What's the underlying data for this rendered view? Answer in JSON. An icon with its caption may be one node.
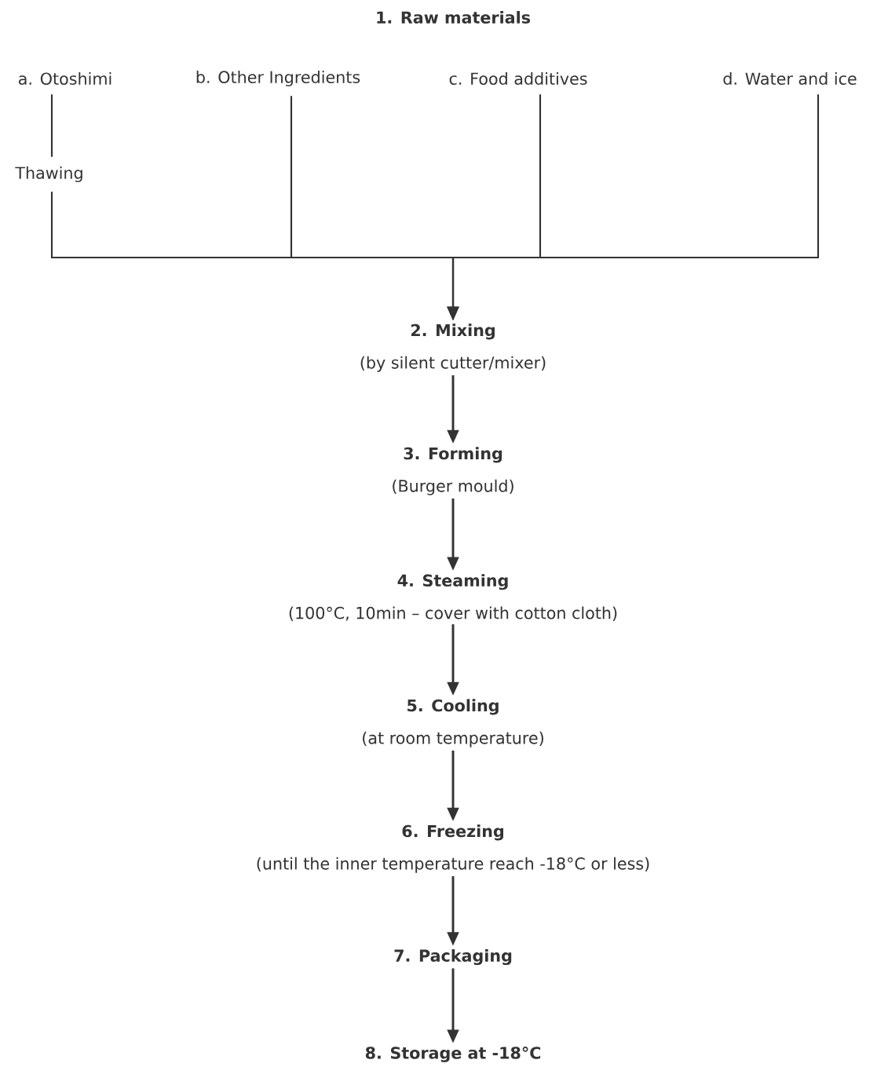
{
  "diagram": {
    "title": "1. Raw materials",
    "nodes": [
      {
        "text": [
          "a. Otoshimi"
        ]
      },
      {
        "text": [
          "Thawing"
        ]
      },
      {
        "text": [
          "b. Other Ingredients"
        ]
      },
      {
        "text": [
          "c. Food additives"
        ]
      },
      {
        "text": [
          "d. Water and ice"
        ]
      },
      {
        "text": [
          "2. Mixing",
          "(by silent cutter/mixer)"
        ]
      },
      {
        "text": [
          "3. Forming",
          "(Burger mould)"
        ]
      },
      {
        "text": [
          "4. Steaming",
          "(100°C, 10min – cover with cotton cloth)"
        ]
      },
      {
        "text": [
          "5. Cooling",
          "(at room temperature)"
        ]
      },
      {
        "text": [
          "6. Freezing",
          "(until the inner temperature reach -18°C or less)"
        ]
      },
      {
        "text": [
          "7. Packaging"
        ]
      },
      {
        "text": [
          "8. Storage at -18°C"
        ]
      }
    ],
    "edges": [
      {
        "from": 0,
        "to": 1,
        "arrow": "none"
      },
      {
        "from": 1,
        "to": 5,
        "arrow": "to"
      },
      {
        "from": 2,
        "to": 5,
        "arrow": "to"
      },
      {
        "from": 3,
        "to": 5,
        "arrow": "to"
      },
      {
        "from": 4,
        "to": 5,
        "arrow": "to"
      },
      {
        "from": 5,
        "to": 6,
        "arrow": "to"
      },
      {
        "from": 6,
        "to": 7,
        "arrow": "to"
      },
      {
        "from": 7,
        "to": 8,
        "arrow": "to"
      },
      {
        "from": 8,
        "to": 9,
        "arrow": "to"
      },
      {
        "from": 9,
        "to": 10,
        "arrow": "to"
      },
      {
        "from": 10,
        "to": 11,
        "arrow": "to"
      }
    ]
  }
}
